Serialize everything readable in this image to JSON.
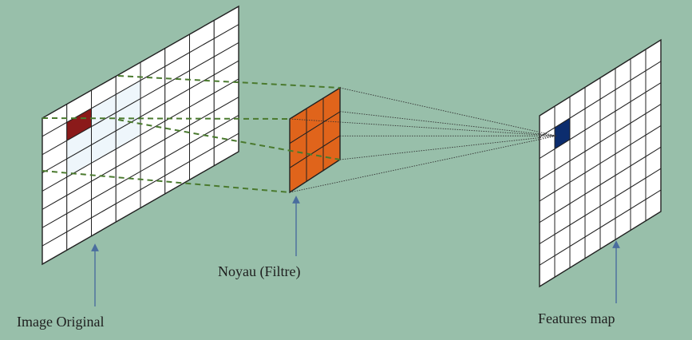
{
  "labels": {
    "original": "Image Original",
    "kernel": "Noyau (Filtre)",
    "features": "Features map"
  },
  "grids": {
    "original": {
      "rows": 8,
      "cols": 8,
      "receptive_field": {
        "rows": [
          1,
          2,
          3
        ],
        "cols": [
          1,
          2,
          3
        ]
      },
      "highlight": {
        "row": 1,
        "col": 1
      }
    },
    "kernel": {
      "rows": 3,
      "cols": 3
    },
    "features": {
      "rows": 8,
      "cols": 8,
      "highlight": {
        "row": 1,
        "col": 1
      }
    }
  },
  "colors": {
    "background": "#98bfaa",
    "grid_fill": "#ffffff",
    "grid_line": "#222222",
    "receptive_field": "#eef6fb",
    "original_highlight": "#8b1a1a",
    "kernel_fill": "#e0641b",
    "feature_highlight": "#0c2d6e",
    "dashed_projection": "#4a7a2e",
    "arrow": "#4a6d9e"
  }
}
